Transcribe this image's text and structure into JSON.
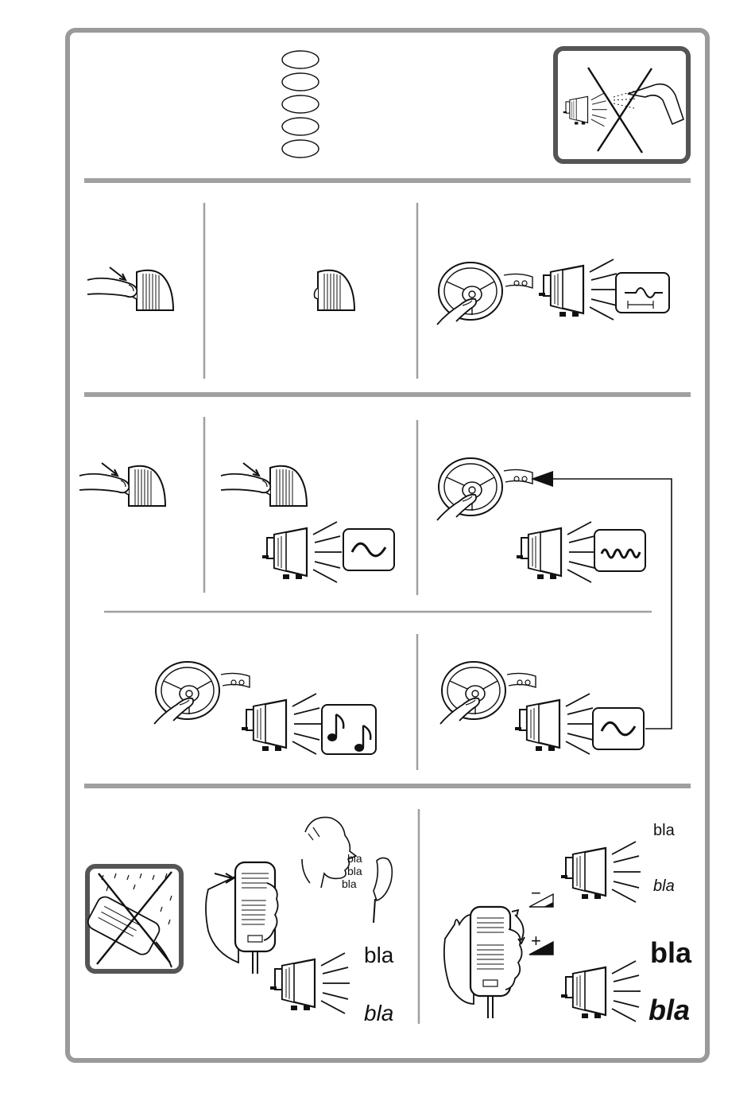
{
  "panel": {
    "border_color": "#9a9a9a",
    "divider_color": "#a0a0a0",
    "warning_frame_color": "#555555",
    "background": "#ffffff"
  },
  "language_selector": {
    "ovals": [
      "",
      "",
      "",
      "",
      ""
    ]
  },
  "icons": {
    "no_pressure_washer": "pressure-washer-prohibited-icon",
    "no_rain": "microphone-rain-prohibited-icon",
    "siren_button": "siren-button-press-icon",
    "steering_wheel": "steering-wheel-horn-icon",
    "speaker": "loudspeaker-icon",
    "microphone": "handheld-microphone-icon"
  },
  "tones": {
    "wail": "slow-wail-tone",
    "fast": "fast-yelp-tone",
    "melody": "melody-tone",
    "short_wail": "short-wail-tone"
  },
  "speech": {
    "word": "bla"
  },
  "volume": {
    "minus": "−",
    "plus": "+"
  }
}
